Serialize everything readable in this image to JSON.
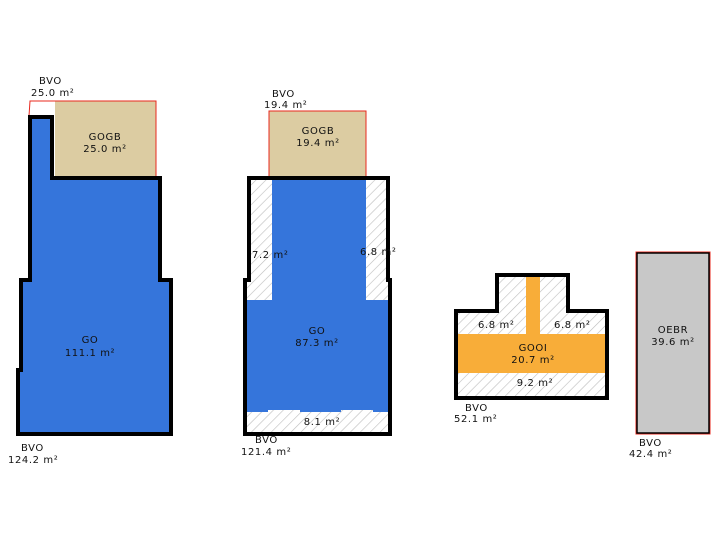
{
  "colors": {
    "go": "#3575db",
    "gogb": "#dccca2",
    "gooi": "#f8ad39",
    "oebr": "#c8c8c8",
    "bvo_outline": "#e8281e",
    "wall": "#000000",
    "hatch": "#bdbdbd"
  },
  "plans": {
    "a": {
      "bvo_top_code": "BVO",
      "bvo_top_area": "25.0 m²",
      "gogb_code": "GOGB",
      "gogb_area": "25.0 m²",
      "go_code": "GO",
      "go_area": "111.1 m²",
      "bvo_bottom_code": "BVO",
      "bvo_bottom_area": "124.2 m²"
    },
    "b": {
      "bvo_top_code": "BVO",
      "bvo_top_area": "19.4 m²",
      "gogb_code": "GOGB",
      "gogb_area": "19.4 m²",
      "hatch_left_area": "7.2 m²",
      "hatch_right_area": "6.8 m²",
      "go_code": "GO",
      "go_area": "87.3 m²",
      "hatch_bottom_area": "8.1 m²",
      "bvo_bottom_code": "BVO",
      "bvo_bottom_area": "121.4 m²"
    },
    "c": {
      "hatch_left_area": "6.8 m²",
      "hatch_right_area": "6.8 m²",
      "gooi_code": "GOOI",
      "gooi_area": "20.7 m²",
      "hatch_bottom_area": "9.2 m²",
      "bvo_bottom_code": "BVO",
      "bvo_bottom_area": "52.1 m²"
    },
    "d": {
      "oebr_code": "OEBR",
      "oebr_area": "39.6 m²",
      "bvo_bottom_code": "BVO",
      "bvo_bottom_area": "42.4 m²"
    }
  }
}
